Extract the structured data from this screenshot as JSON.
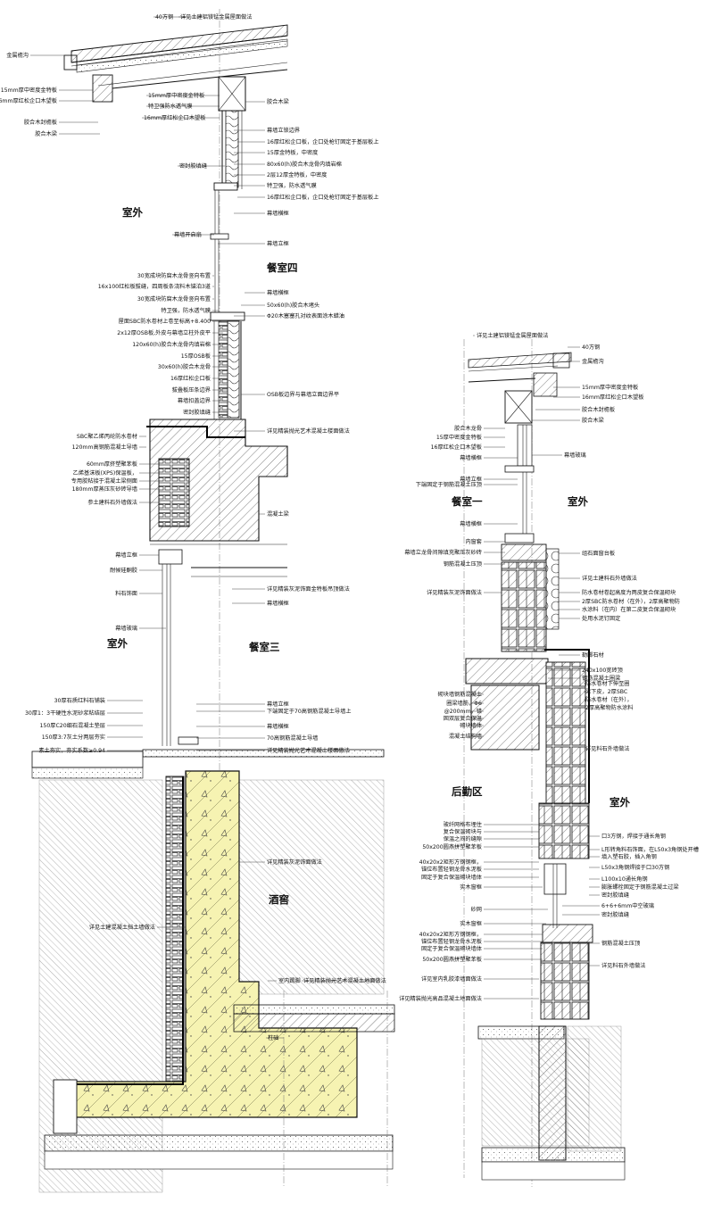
{
  "rooms": {
    "outdoor_a": "室外",
    "dining4": "餐室四",
    "outdoor_b": "室外",
    "dining3": "餐室三",
    "cellar": "酒窖",
    "dining1": "餐室一",
    "outdoor_c": "室外",
    "backkitchen": "后勤区",
    "outdoor_d": "室外"
  },
  "left_notes": [
    "40方钢",
    "详见土建铝镁锰金属屋面做法",
    "金属檐沟",
    "15mm厚中密度金特板",
    "16mm厚红松企口木望板",
    "胶合木封檐板",
    "胶合木梁",
    "15mm厚中密度金特板",
    "特卫强防水透气膜",
    "16mm厚红松企口木望板",
    "胶合木梁",
    "幕墙立锁边界",
    "16厚红松企口板，企口处枪钉固定于基层板上",
    "15厚金特板，中密度",
    "80x60(h)胶合木龙骨内填岩棉",
    "2层12厚金特板，中密度",
    "特卫强，防水透气膜",
    "16厚红松企口板，企口处枪钉固定于基层板上",
    "密封胶填缝",
    "幕墙横框",
    "幕墙开启扇",
    "幕墙立框",
    "30宽成块防腐木龙骨竖向布置",
    "16x100红松板拔缝，四周板条浇料木锚泊3道",
    "30宽成块防腐木龙骨竖向布置",
    "特卫强，防水透气膜",
    "屋面SBC防水卷材上卷至标高+8.400",
    "2x12厚OSB板,外皮与幕墙立柱外皮平",
    "120x60(h)胶合木龙骨内填岩棉",
    "15厚OSB板",
    "30x60(h)胶合木龙骨",
    "16厚红松企口板",
    "拔叠板压条边界",
    "幕墙扣盖边界",
    "密封胶填缝",
    "幕墙横框",
    "50x60(h)胶合木堵头",
    "Φ20木塞塞孔对纹表面涂木蜡油",
    "OSB板边界与幕墙立面边界平",
    "SBC聚乙烯丙纶防水卷材",
    "120mm高钢筋混凝土导墙",
    "详见精装抛光艺术混凝土楼面做法",
    "60mm厚挤塑聚苯板",
    "乙烯基沫板(XPS)保温板，",
    "专用胶粘接于混凝土梁侧面",
    "180mm厚蒸压灰砂砖导墙",
    "参土建料石外墙做法",
    "混凝土梁",
    "幕墙立框",
    "耐候硅酮胶",
    "料石饰面",
    "幕墙玻璃",
    "详见精装灰泥饰面金特板吊顶做法",
    "幕墙横框",
    "30厚石质红料石铺装",
    "30厚1：3干硬性水泥砂浆粘结层",
    "150厚C20细石混凝土垫层",
    "150厚3:7灰土分两层夯实",
    "素土夯实，夯实系数≥0.94",
    "幕墙立框",
    "下端固定于70高钢筋混凝土导墙上",
    "幕墙横框",
    "70高钢筋混凝土导墙",
    "详见精装抛光艺术混凝土楼面做法",
    "详见精装灰泥饰面做法",
    "详见土建混凝土挡土墙做法",
    "室内踢脚",
    "详见精装抛光艺术混凝土地面做法",
    "柱础"
  ],
  "right_notes": [
    "详见土建铝镁锰金属屋面做法",
    "40方钢",
    "金属檐沟",
    "15mm厚中密度金特板",
    "16mm厚红松企口木望板",
    "胶合木封檐板",
    "胶合木梁",
    "胶合木龙骨",
    "15厚中密度金特板",
    "16厚红松企口木望板",
    "幕墙玻璃",
    "幕墙横框",
    "幕墙立框",
    "下端固定于钢筋混凝土压顶",
    "幕墙横框",
    "内窗套",
    "组石面窗台板",
    "幕墙立龙骨间隙填充聚压灰砂砖",
    "钢筋混凝土压顶",
    "详见土建料石外墙做法",
    "详见精装灰泥饰面做法",
    "防水卷材卷起高度为两皮复合保温砌块",
    "2厚SBC防水卷材（在外），2厚高聚物防",
    "水涂料（在内）在第二皮复合保温砌块",
    "处用水泥钉固定",
    "勒脚石材",
    "240x100宽砖顶",
    "钢筋混凝土圈梁",
    "防水卷材下伸至圈",
    "梁下皮，2厚SBC",
    "防水卷材（在外），",
    "2厚高聚物防水涂料",
    "砌块墙钢筋混凝土",
    "圈梁墙筋，Φ6",
    "@200mm，错",
    "固双层复合保温",
    "砌块墙体",
    "详见料石外墙做法",
    "混凝土结构墙",
    "玻纤网格布埋住",
    "复合保温砌块与",
    "保温之间的缝隙",
    "50x200圆燕拼塑聚苯板",
    "40x20x2矩形方钢钢框，",
    "锚位布置轻钢龙骨水泥板",
    "固定于复合保温砌块墙体",
    "实木窗框",
    "口3方钢，焊接于通长角钢",
    "L形转角料石饰面，在L50x3角钢处开槽",
    "填入塑石胶，插入角钢",
    "L50x3角钢焊接于口30方钢",
    "L100x10通长角钢",
    "膨胀螺栓固定于钢筋混凝土过梁",
    "密封胶填缝",
    "砂网",
    "6+6+6mm中空玻璃",
    "密封胶填缝",
    "实木窗框",
    "40x20x2矩形方钢钢框，",
    "锚位布置轻钢龙骨水泥板",
    "固定于复合保温砌块墙体",
    "50x200圆燕拼塑聚苯板",
    "钢筋混凝土压顶",
    "详见料石外墙做法",
    "详见室内乳胶漆墙面做法",
    "详见精装抛光高品混凝土地面做法"
  ]
}
